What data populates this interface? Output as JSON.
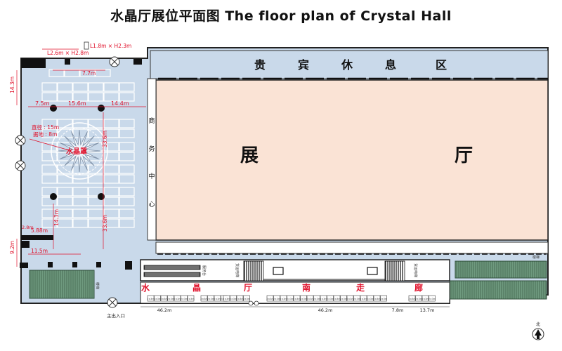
{
  "title": "水晶厅展位平面图    The floor plan of Crystal Hall",
  "zones": {
    "vip_lounge": [
      "贵",
      "宾",
      "休",
      "息",
      "区"
    ],
    "exhibition_hall": [
      "展",
      "厅"
    ],
    "business_center": [
      "商",
      "务",
      "中",
      "心"
    ],
    "south_corridor": [
      "水",
      "晶",
      "厅",
      "南",
      "走",
      "廊"
    ],
    "crystal_chandelier": "水晶罩"
  },
  "doors": {
    "door1": "L2.6m × H2.8m",
    "door2": "L1.8m × H2.3m",
    "main_entrance": "主出入口"
  },
  "dimensions": {
    "d_7_7": "7.7m",
    "d_14_3_a": "14.3m",
    "d_7_5": "7.5m",
    "d_15_6": "15.6m",
    "d_14_4": "14.4m",
    "d_diameter": "直径 : 15m",
    "d_height": "据地 : 8m",
    "d_33_6_a": "33.6m",
    "d_14_3_b": "14.3m",
    "d_33_6_b": "33.6m",
    "d_2_8": "2.8m",
    "d_5_88": "5.88m",
    "d_11_5": "11.5m",
    "d_9_2": "9.2m",
    "d_46_2_a": "46.2m",
    "d_46_2_b": "46.2m",
    "d_7_8": "7.8m",
    "d_13_7": "13.7m"
  },
  "small_labels": {
    "stairs_left": "楼梯",
    "stairs_right": "楼梯",
    "elevator_left": "货运电梯",
    "elevator_right": "货运电梯",
    "info_desk": "服务台"
  },
  "booth_label": "2×3m",
  "north": "北",
  "colors": {
    "hall_blue": "#c9d9ea",
    "exhibit_peach": "#fae3d5",
    "stairs_green": "#6f9a7f",
    "dimension_red": "#e0102a"
  }
}
